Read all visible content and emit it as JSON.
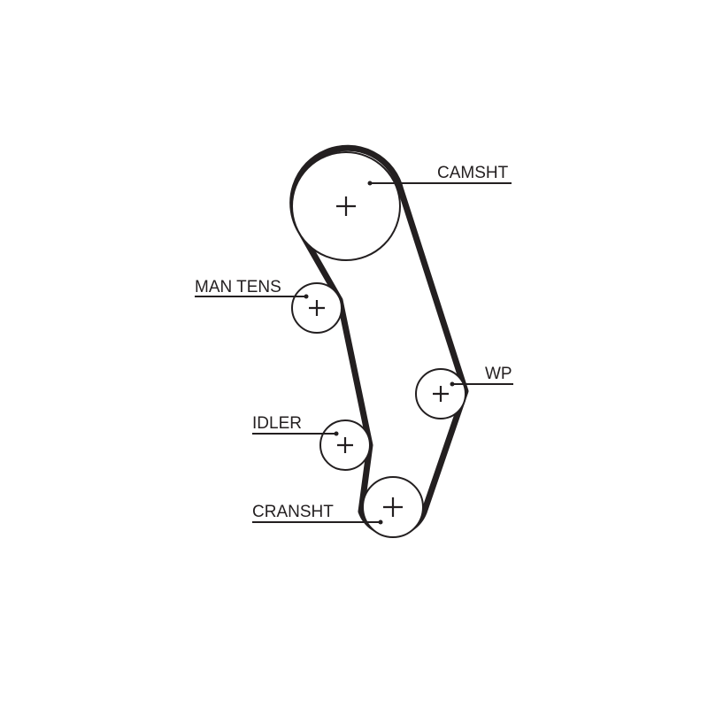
{
  "diagram": {
    "labels": {
      "camshaft": "CAMSHT",
      "manual_tensioner": "MAN TENS",
      "water_pump": "WP",
      "idler": "IDLER",
      "crankshaft": "CRANSHT"
    },
    "colors": {
      "ink": "#231f20",
      "background": "#ffffff"
    }
  }
}
